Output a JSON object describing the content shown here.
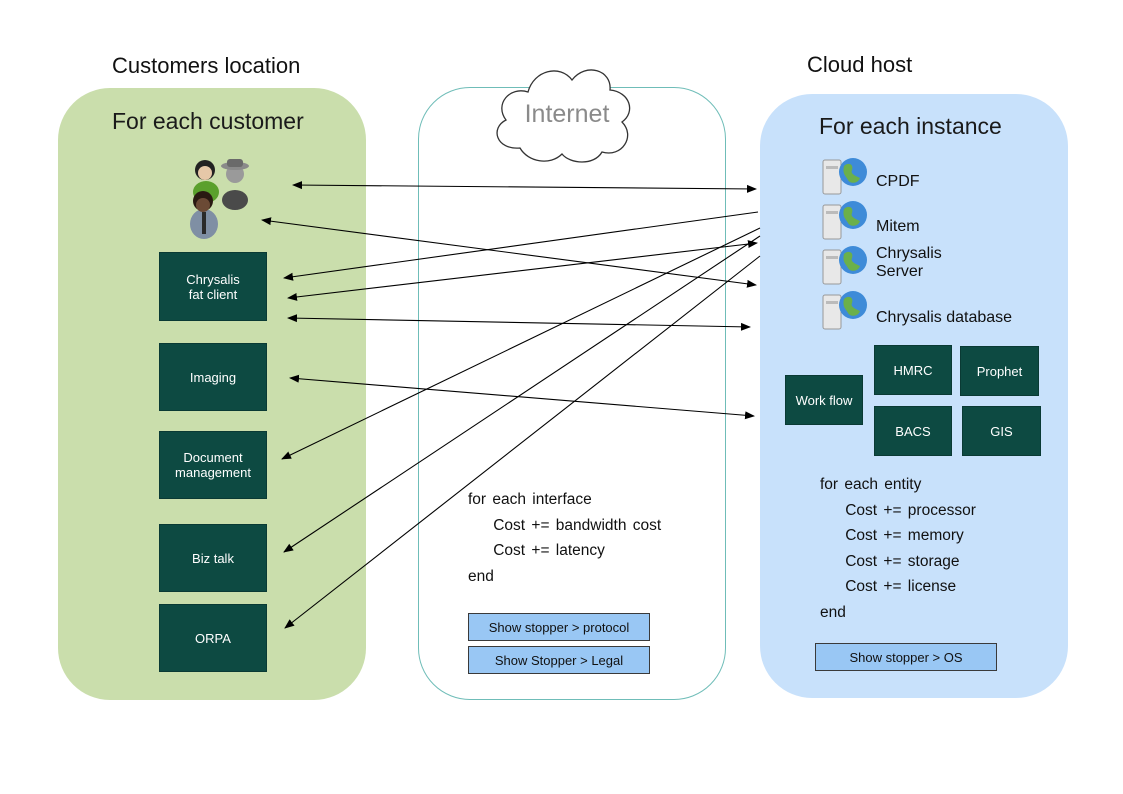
{
  "headings": {
    "customer_location": "Customers location",
    "cloud_host": "Cloud host"
  },
  "customer_panel": {
    "title": "For each customer",
    "boxes": [
      {
        "id": "chrysalis-fat-client",
        "label": "Chrysalis\nfat client"
      },
      {
        "id": "imaging",
        "label": "Imaging"
      },
      {
        "id": "document-management",
        "label": "Document\nmanagement"
      },
      {
        "id": "biz-talk",
        "label": "Biz talk"
      },
      {
        "id": "orpa",
        "label": "ORPA"
      }
    ]
  },
  "internet_panel": {
    "cloud_label": "Internet",
    "code_lines": [
      "for each interface",
      "    Cost += bandwidth cost",
      "    Cost += latency",
      "end"
    ],
    "buttons": [
      "Show stopper >  protocol",
      "Show Stopper > Legal"
    ]
  },
  "cloud_panel": {
    "title": "For each instance",
    "services": [
      {
        "label": "CPDF"
      },
      {
        "label": "Mitem"
      },
      {
        "label": "Chrysalis\nServer"
      },
      {
        "label": "Chrysalis database"
      }
    ],
    "modules": [
      "Work flow",
      "HMRC",
      "Prophet",
      "BACS",
      "GIS"
    ],
    "code_lines": [
      "for each entity",
      "    Cost += processor",
      "    Cost += memory",
      "    Cost += storage",
      "    Cost += license",
      "end"
    ],
    "button": "Show stopper > OS"
  },
  "icons": {
    "users": "users-group-icon",
    "server": "server-globe-icon",
    "cloud": "cloud-icon"
  }
}
